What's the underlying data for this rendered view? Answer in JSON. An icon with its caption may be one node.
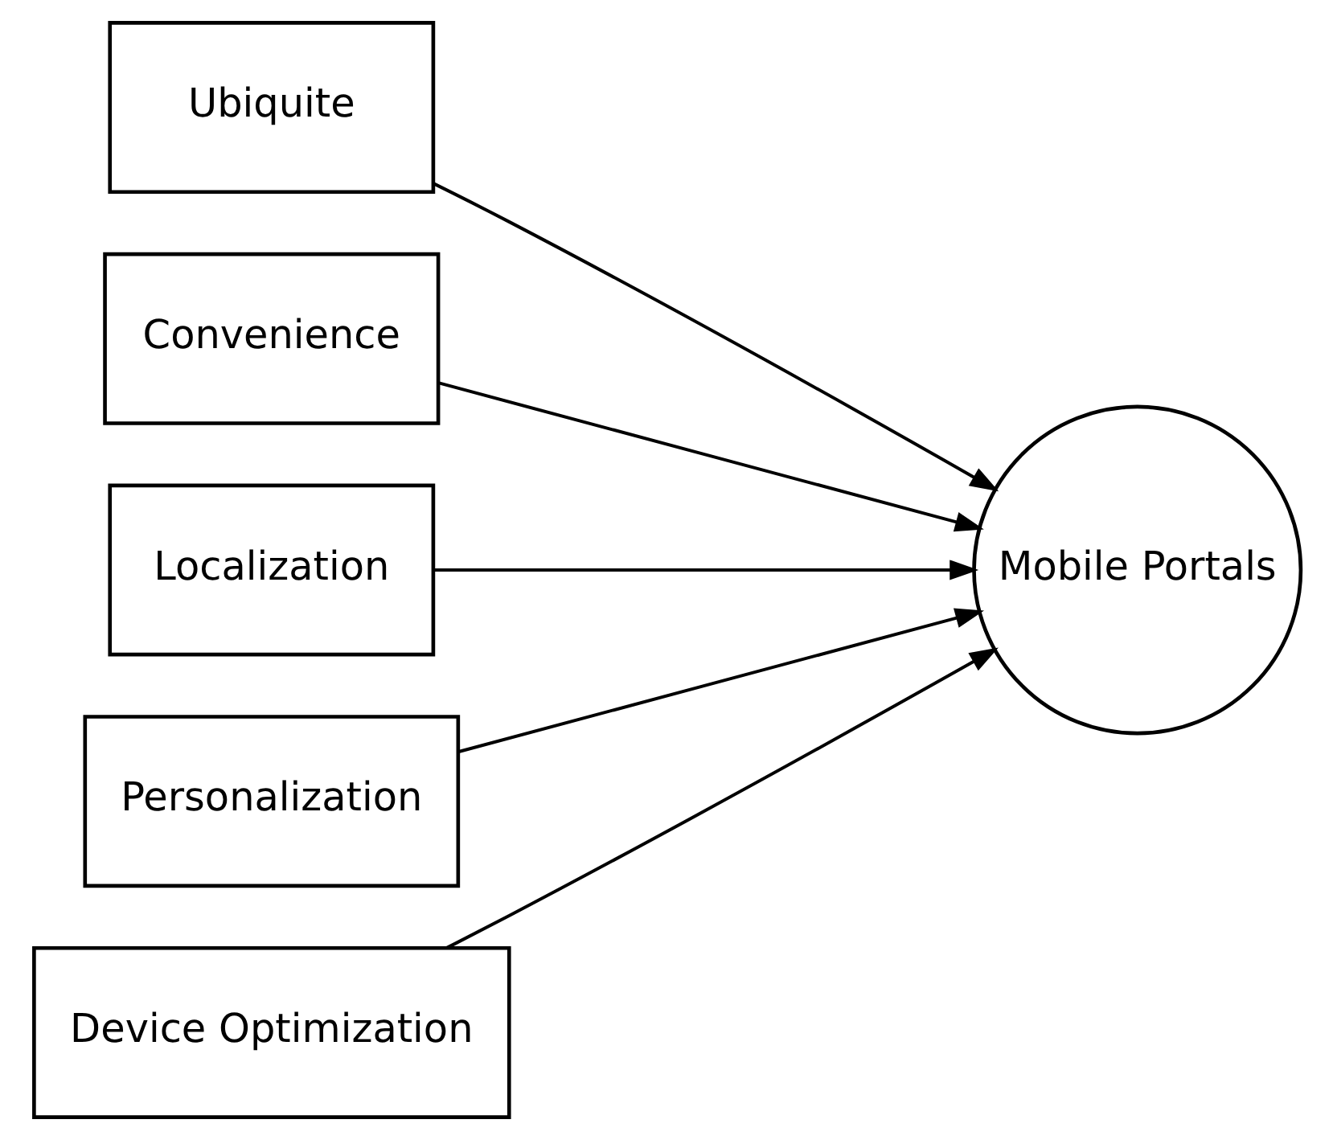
{
  "diagram": {
    "nodes": [
      {
        "text": [
          "Ubiquite"
        ]
      },
      {
        "text": [
          "Convenience"
        ]
      },
      {
        "text": [
          "Localization"
        ]
      },
      {
        "text": [
          "Personalization"
        ]
      },
      {
        "text": [
          "Device Optimization"
        ]
      },
      {
        "text": [
          "Mobile Portals"
        ]
      }
    ],
    "edges": [
      {
        "from": 0,
        "to": 5,
        "arrow": "to"
      },
      {
        "from": 1,
        "to": 5,
        "arrow": "to"
      },
      {
        "from": 2,
        "to": 5,
        "arrow": "to"
      },
      {
        "from": 3,
        "to": 5,
        "arrow": "to"
      },
      {
        "from": 4,
        "to": 5,
        "arrow": "to"
      }
    ]
  }
}
